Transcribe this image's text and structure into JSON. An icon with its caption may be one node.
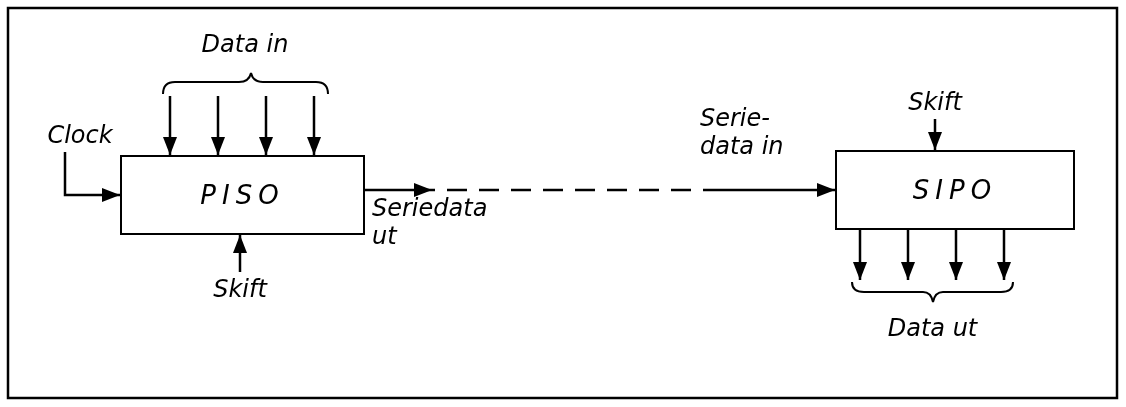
{
  "diagram": {
    "nodes": [
      {
        "text": [
          "Clock"
        ]
      },
      {
        "text": [
          "PISO"
        ]
      },
      {
        "text": [
          "Skift"
        ]
      },
      {
        "text": [
          "SIPO"
        ]
      },
      {
        "text": [
          "Skift"
        ]
      },
      {
        "text": [
          "Data in"
        ]
      },
      {
        "text": [
          "Data ut"
        ]
      }
    ],
    "edges": [
      {
        "from": 0,
        "to": 1,
        "arrow": "to"
      },
      {
        "from": 5,
        "to": 1,
        "arrow": "to"
      },
      {
        "from": 5,
        "to": 1,
        "arrow": "to"
      },
      {
        "from": 5,
        "to": 1,
        "arrow": "to"
      },
      {
        "from": 5,
        "to": 1,
        "arrow": "to"
      },
      {
        "from": 2,
        "to": 1,
        "arrow": "to"
      },
      {
        "from": 1,
        "to": 3,
        "arrow": "to",
        "style": "dashed"
      },
      {
        "from": 4,
        "to": 3,
        "arrow": "to"
      },
      {
        "from": 3,
        "to": 6,
        "arrow": "to"
      },
      {
        "from": 3,
        "to": 6,
        "arrow": "to"
      },
      {
        "from": 3,
        "to": 6,
        "arrow": "to"
      },
      {
        "from": 3,
        "to": 6,
        "arrow": "to"
      }
    ],
    "labels": [
      "Seriedata ut",
      "Serie- data in"
    ]
  }
}
